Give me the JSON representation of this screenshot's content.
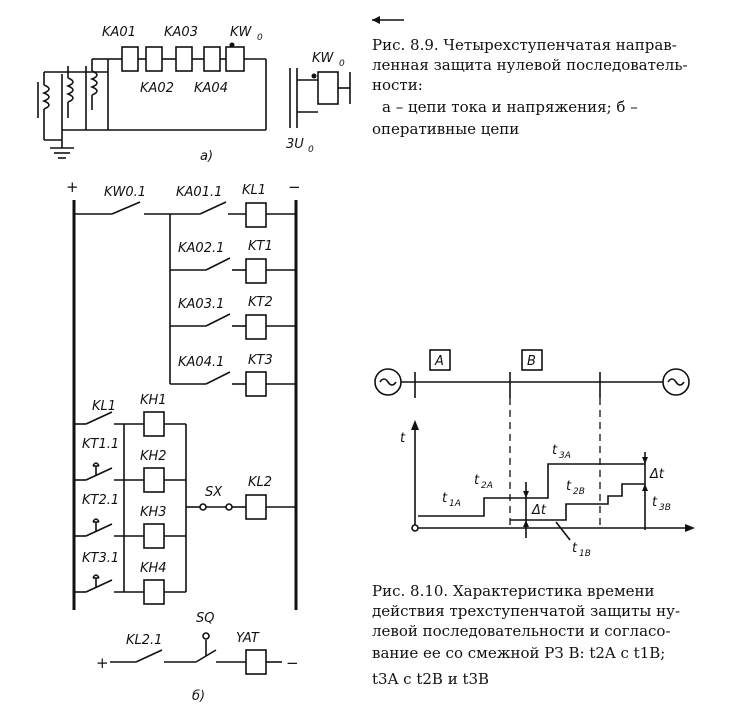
{
  "fig89": {
    "labels": {
      "KA01": "KA01",
      "KA03": "KA03",
      "KW0_top": "KW",
      "KA02": "KA02",
      "KA04": "KA04",
      "KW0_side": "KW",
      "sub0": "0",
      "3U0": "3U",
      "a_label": "а)",
      "b_label": "б)"
    },
    "caption": {
      "line1": "Рис.  8.9.  Четырехступенчатая  направ-",
      "line2": "ленная защита нулевой последователь-",
      "line3": "ности:",
      "line4": "а – цепи тока и напряжения; б –",
      "line5": "оперативные цепи"
    },
    "circuit_b": {
      "plus": "+",
      "minus": "−",
      "KW0_1": "KW0.1",
      "KA01_1": "KA01.1",
      "KL1": "KL1",
      "KA02_1": "KA02.1",
      "KT1": "KT1",
      "KA03_1": "KA03.1",
      "KT2": "KT2",
      "KA04_1": "KA04.1",
      "KT3": "KT3",
      "KL1_c": "KL1",
      "KH1": "KH1",
      "KT1_1": "KT1.1",
      "KH2": "KH2",
      "KT2_1": "KT2.1",
      "KH3": "KH3",
      "KT3_1": "KT3.1",
      "KH4": "KH4",
      "SX": "SX",
      "KL2": "KL2",
      "KL2_1": "KL2.1",
      "SQ": "SQ",
      "YAT": "YAT"
    }
  },
  "fig810": {
    "A": "A",
    "B": "B",
    "t": "t",
    "t1A": "t",
    "t1A_sub": "1A",
    "t2A": "t",
    "t2A_sub": "2A",
    "t3A": "t",
    "t3A_sub": "3A",
    "t2B": "t",
    "t2B_sub": "2B",
    "t3B": "t",
    "t3B_sub": "3B",
    "t1B": "t",
    "t1B_sub": "1B",
    "dt1": "Δt",
    "dt2": "Δt",
    "caption": {
      "line1": "Рис.   8.10.  Характеристика   времени",
      "line2": "действия  трехступенчатой  защиты  ну-",
      "line3": "левой  последовательности  и  согласо-",
      "line4": "вание ее со смежной РЗ  B: t2A  с t1B;",
      "line5": "t3A  с  t2B  и  t3B"
    }
  }
}
